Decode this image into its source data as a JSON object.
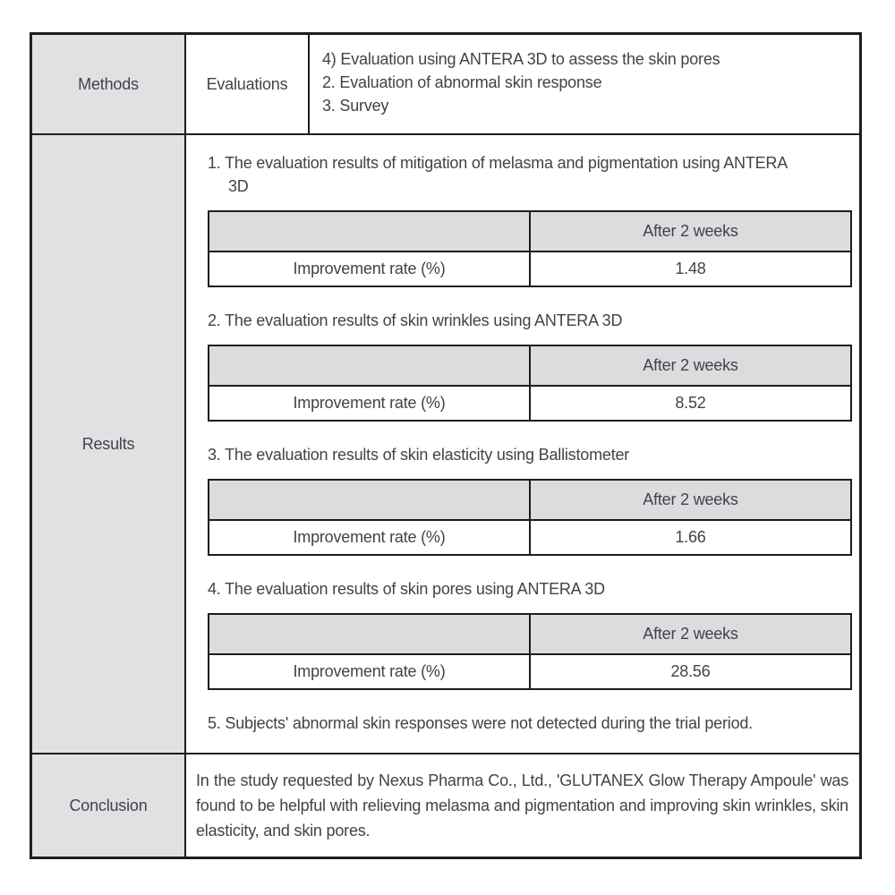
{
  "colors": {
    "border": "#1d1d1d",
    "label_cell_bg": "#e1e1e3",
    "table_header_bg": "#dcdcde",
    "text": "#42424a",
    "page_bg": "#ffffff"
  },
  "methods": {
    "label": "Methods",
    "sub_label": "Evaluations",
    "evaluation_items": [
      "4) Evaluation using ANTERA 3D to assess the skin pores",
      "2. Evaluation of abnormal skin response",
      "3. Survey"
    ]
  },
  "results": {
    "label": "Results",
    "sections": [
      {
        "heading": "1. The evaluation results of mitigation of melasma and pigmentation using ANTERA\n3D",
        "col_header": "After 2 weeks",
        "row_label": "Improvement rate (%)",
        "value": "1.48"
      },
      {
        "heading": "2. The evaluation results of skin wrinkles using ANTERA 3D",
        "col_header": "After 2 weeks",
        "row_label": "Improvement rate (%)",
        "value": "8.52"
      },
      {
        "heading": "3. The evaluation results of skin elasticity using Ballistometer",
        "col_header": "After 2 weeks",
        "row_label": "Improvement rate (%)",
        "value": "1.66"
      },
      {
        "heading": "4. The evaluation results of skin pores using ANTERA 3D",
        "col_header": "After 2 weeks",
        "row_label": "Improvement rate (%)",
        "value": "28.56"
      }
    ],
    "note": "5. Subjects' abnormal skin responses were not detected during the trial period."
  },
  "conclusion": {
    "label": "Conclusion",
    "text": "In the study requested by Nexus Pharma Co., Ltd., 'GLUTANEX Glow Therapy Ampoule' was found to be helpful with relieving melasma and pigmentation and improving skin wrinkles, skin elasticity, and skin pores."
  }
}
